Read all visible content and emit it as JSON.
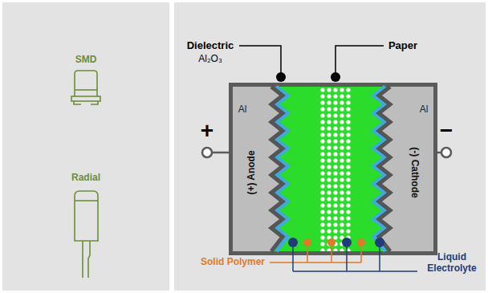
{
  "diagram": {
    "labels": [
      "SMD",
      "Radial",
      "Dielectric",
      "Al₂O₃",
      "Paper",
      "Al",
      "Al",
      "(+) Anode",
      "(-) Cathode",
      "+",
      "−",
      "Solid Polymer",
      "Liquid Electrolyte"
    ]
  }
}
